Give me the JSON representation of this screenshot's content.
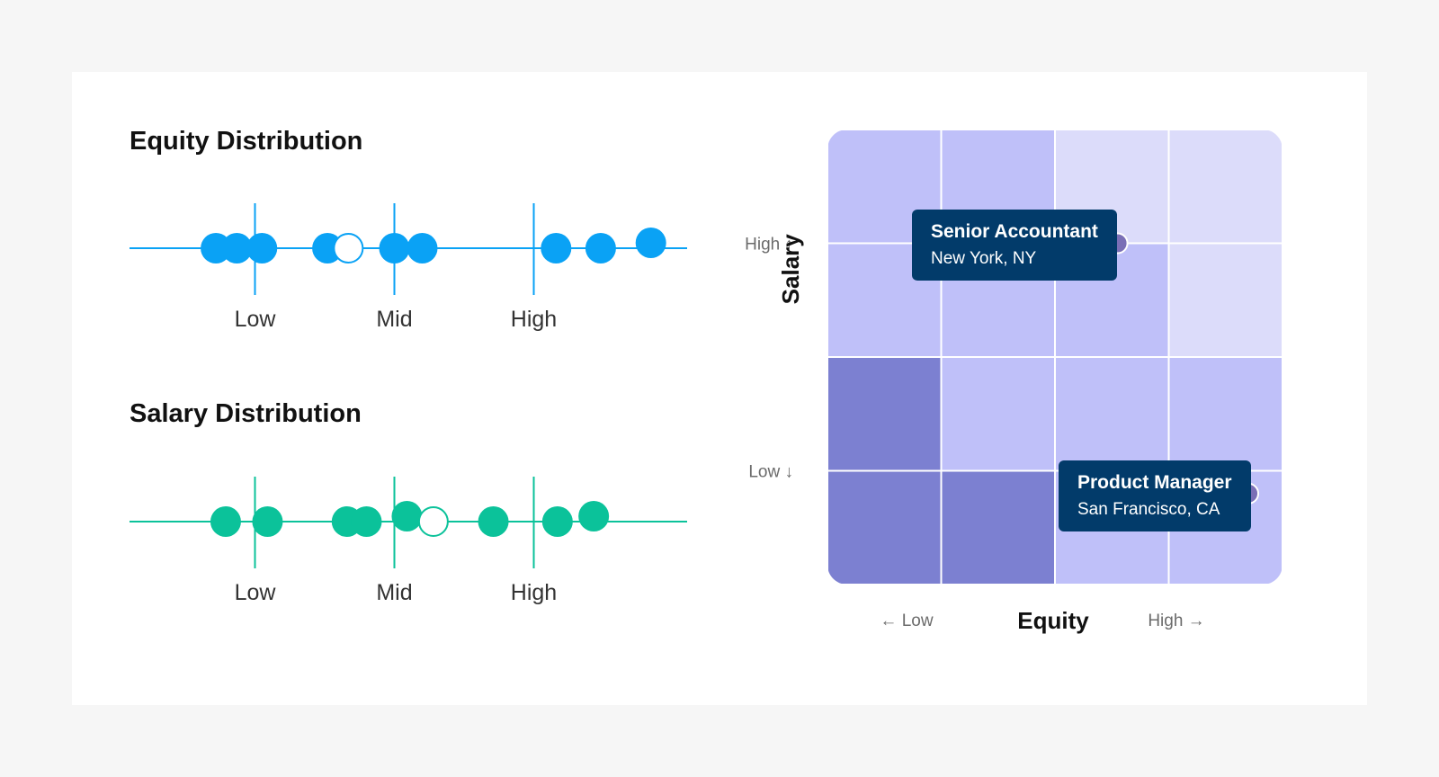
{
  "colors": {
    "page_bg": "#f6f6f6",
    "card_bg": "#ffffff",
    "equity": "#0aa2f5",
    "salary": "#0bc29a",
    "grid_light": "#dcdcfa",
    "grid_mid": "#bfc0f9",
    "grid_dark": "#7c80d1",
    "marker": "#7a6fb6",
    "tooltip_bg": "#023b6a"
  },
  "equity": {
    "title": "Equity Distribution"
  },
  "salary": {
    "title": "Salary Distribution"
  },
  "matrix": {
    "y_label": "Salary",
    "x_label": "Equity",
    "y_high": "High ↑",
    "y_low": "Low ↓",
    "x_low": "← Low",
    "x_high": "High →"
  },
  "tooltips": [
    {
      "title": "Senior Accountant",
      "subtitle": "New York, NY"
    },
    {
      "title": "Product Manager",
      "subtitle": "San Francisco, CA"
    }
  ],
  "chart_data": [
    {
      "type": "scatter",
      "title": "Equity Distribution",
      "tick_labels": [
        "Low",
        "Mid",
        "High"
      ],
      "tick_positions": [
        1,
        2,
        3
      ],
      "xlim": [
        0.1,
        4.1
      ],
      "points": [
        {
          "x": 0.72,
          "filled": true
        },
        {
          "x": 0.87,
          "filled": true
        },
        {
          "x": 1.05,
          "filled": true
        },
        {
          "x": 1.52,
          "filled": true
        },
        {
          "x": 1.67,
          "filled": false
        },
        {
          "x": 2.0,
          "filled": true
        },
        {
          "x": 2.2,
          "filled": true
        },
        {
          "x": 3.16,
          "filled": true
        },
        {
          "x": 3.48,
          "filled": true
        },
        {
          "x": 3.84,
          "filled": true,
          "raised": true
        }
      ]
    },
    {
      "type": "scatter",
      "title": "Salary Distribution",
      "tick_labels": [
        "Low",
        "Mid",
        "High"
      ],
      "tick_positions": [
        1,
        2,
        3
      ],
      "xlim": [
        0.1,
        4.1
      ],
      "points": [
        {
          "x": 0.79,
          "filled": true
        },
        {
          "x": 1.09,
          "filled": true
        },
        {
          "x": 1.66,
          "filled": true
        },
        {
          "x": 1.8,
          "filled": true
        },
        {
          "x": 2.09,
          "filled": true,
          "raised": true
        },
        {
          "x": 2.28,
          "filled": false
        },
        {
          "x": 2.71,
          "filled": true
        },
        {
          "x": 3.17,
          "filled": true
        },
        {
          "x": 3.43,
          "filled": true,
          "raised": true
        }
      ]
    },
    {
      "type": "heatmap",
      "title": "",
      "xlabel": "Equity",
      "ylabel": "Salary",
      "rows": 4,
      "cols": 4,
      "cells": [
        [
          "mid",
          "mid",
          "light",
          "light"
        ],
        [
          "mid",
          "mid",
          "mid",
          "light"
        ],
        [
          "dark",
          "mid",
          "mid",
          "mid"
        ],
        [
          "dark",
          "dark",
          "mid",
          "mid"
        ]
      ],
      "markers": [
        {
          "col": 2.55,
          "row": 1.0,
          "label": "Senior Accountant",
          "sublabel": "New York, NY"
        },
        {
          "col": 3.7,
          "row": 3.2,
          "label": "Product Manager",
          "sublabel": "San Francisco, CA"
        }
      ]
    }
  ]
}
